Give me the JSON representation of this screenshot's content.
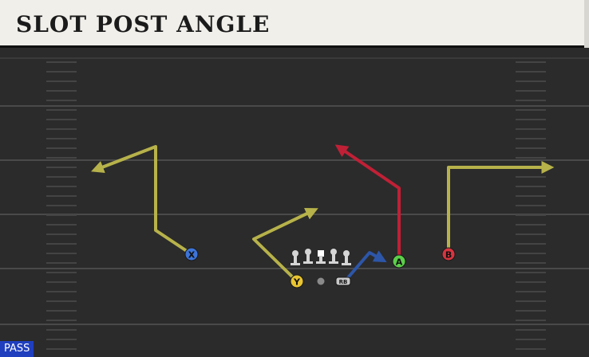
{
  "play": {
    "title": "SLOT POST ANGLE",
    "mode": "PASS"
  },
  "players": [
    {
      "id": "X",
      "label": "X",
      "color": "#3d74d9"
    },
    {
      "id": "Y",
      "label": "Y",
      "color": "#e9c531"
    },
    {
      "id": "A",
      "label": "A",
      "color": "#5ccf4a"
    },
    {
      "id": "B",
      "label": "B",
      "color": "#d8343f"
    },
    {
      "id": "RB",
      "label": "RB",
      "color": "#c9c9c9"
    }
  ],
  "route_colors": {
    "default": "#b7b24a",
    "hot": "#c02036",
    "block": "#2d56a8"
  },
  "colors": {
    "field": "#2b2b2b",
    "yard_line": "#4a4a4a",
    "hash": "#4a4a4a",
    "lineman": "#d5d5d5"
  }
}
